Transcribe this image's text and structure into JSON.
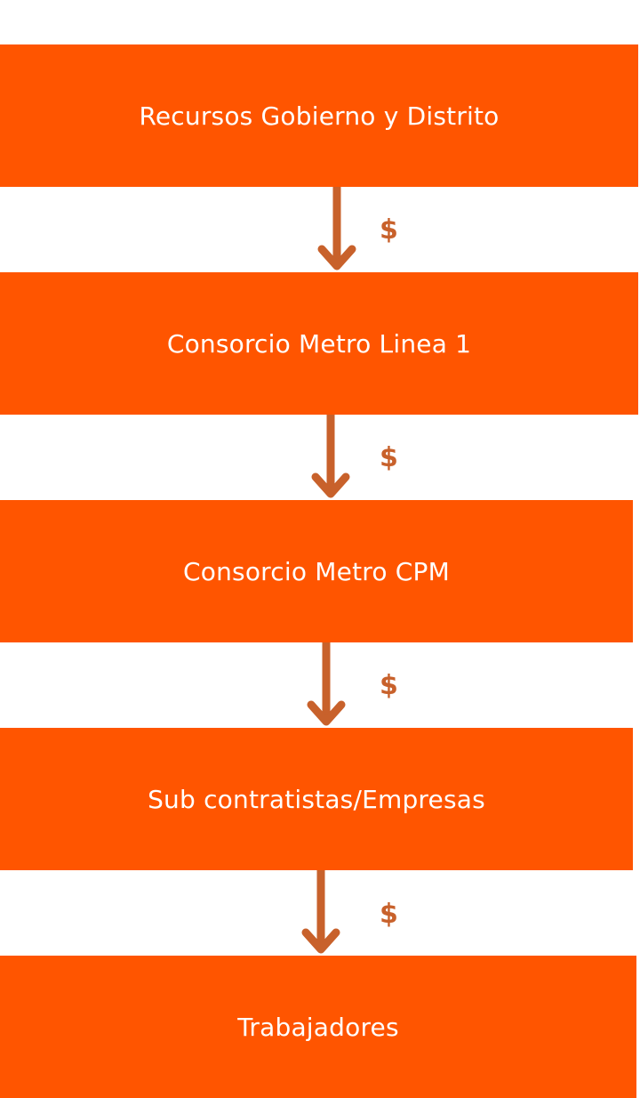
{
  "colors": {
    "box_fill": "#FF5500",
    "box_text": "#FFFFFF",
    "arrow": "#C8612B",
    "dollar": "#C8612B"
  },
  "nodes": [
    {
      "label": "Recursos Gobierno y Distrito"
    },
    {
      "label": "Consorcio Metro Linea 1"
    },
    {
      "label": "Consorcio Metro CPM"
    },
    {
      "label": "Sub contratistas/Empresas"
    },
    {
      "label": "Trabajadores"
    }
  ],
  "edges": [
    {
      "label": "$"
    },
    {
      "label": "$"
    },
    {
      "label": "$"
    },
    {
      "label": "$"
    }
  ]
}
